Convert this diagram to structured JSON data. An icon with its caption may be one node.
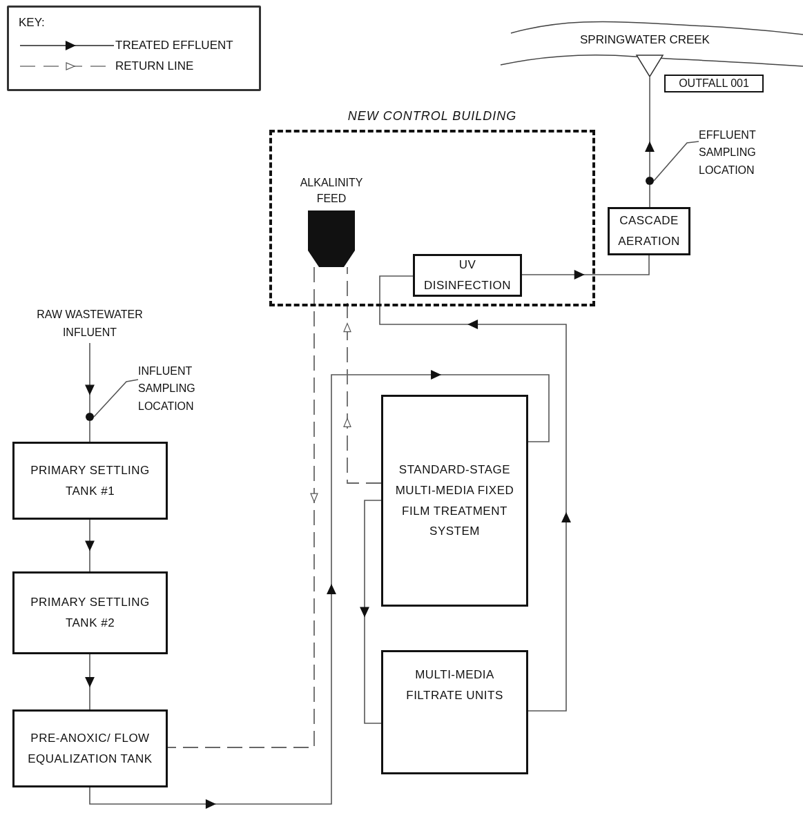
{
  "diagram": {
    "nodes": [
      {
        "text": [
          "NEW CONTROL BUILDING"
        ]
      },
      {
        "text": [
          "ALKALINITY FEED"
        ],
        "in": 0
      },
      {
        "text": [
          "UV DISINFECTION"
        ],
        "in": 0
      },
      {
        "text": [
          "CASCADE AERATION"
        ]
      },
      {
        "text": [
          "SPRINGWATER CREEK"
        ]
      },
      {
        "text": [
          "OUTFALL 001"
        ]
      },
      {
        "text": [
          "EFFLUENT SAMPLING LOCATION"
        ]
      },
      {
        "text": [],
        "shape": "circle"
      },
      {
        "text": [
          "RAW WASTEWATER INFLUENT"
        ]
      },
      {
        "text": [],
        "shape": "circle"
      },
      {
        "text": [
          "INFLUENT SAMPLING LOCATION"
        ]
      },
      {
        "text": [
          "PRIMARY SETTLING TANK #1"
        ]
      },
      {
        "text": [
          "PRIMARY SETTLING TANK #2"
        ]
      },
      {
        "text": [
          "PRE-ANOXIC/ FLOW EQUALIZATION TANK"
        ]
      },
      {
        "text": [
          "STANDARD-STAGE MULTI-MEDIA FIXED FILM TREATMENT SYSTEM"
        ]
      },
      {
        "text": [
          "MULTI-MEDIA FILTRATE UNITS"
        ]
      }
    ],
    "edges": [
      {
        "from": 3,
        "to": 7,
        "arrow": "none"
      },
      {
        "from": 7,
        "to": 4,
        "arrow": "to"
      },
      {
        "from": 2,
        "to": 3,
        "arrow": "to"
      },
      {
        "from": 15,
        "to": 2,
        "arrow": "to"
      },
      {
        "from": 14,
        "to": 15,
        "arrow": "to"
      },
      {
        "from": 13,
        "to": 14,
        "arrow": "to"
      },
      {
        "from": 1,
        "to": 13,
        "arrow": "to",
        "style": "dashed"
      },
      {
        "from": 14,
        "to": 1,
        "arrow": "to",
        "style": "dashed"
      },
      {
        "from": 8,
        "to": 9,
        "arrow": "to"
      },
      {
        "from": 9,
        "to": 11,
        "arrow": "none"
      },
      {
        "from": 11,
        "to": 12,
        "arrow": "to"
      },
      {
        "from": 12,
        "to": 13,
        "arrow": "to"
      },
      {
        "from": 6,
        "to": 7,
        "arrow": "none"
      },
      {
        "from": 10,
        "to": 9,
        "arrow": "none"
      }
    ],
    "labels": [
      "KEY:"
    ],
    "legend": [
      {
        "text": "TREATED EFFLUENT"
      },
      {
        "text": "RETURN LINE"
      }
    ]
  }
}
